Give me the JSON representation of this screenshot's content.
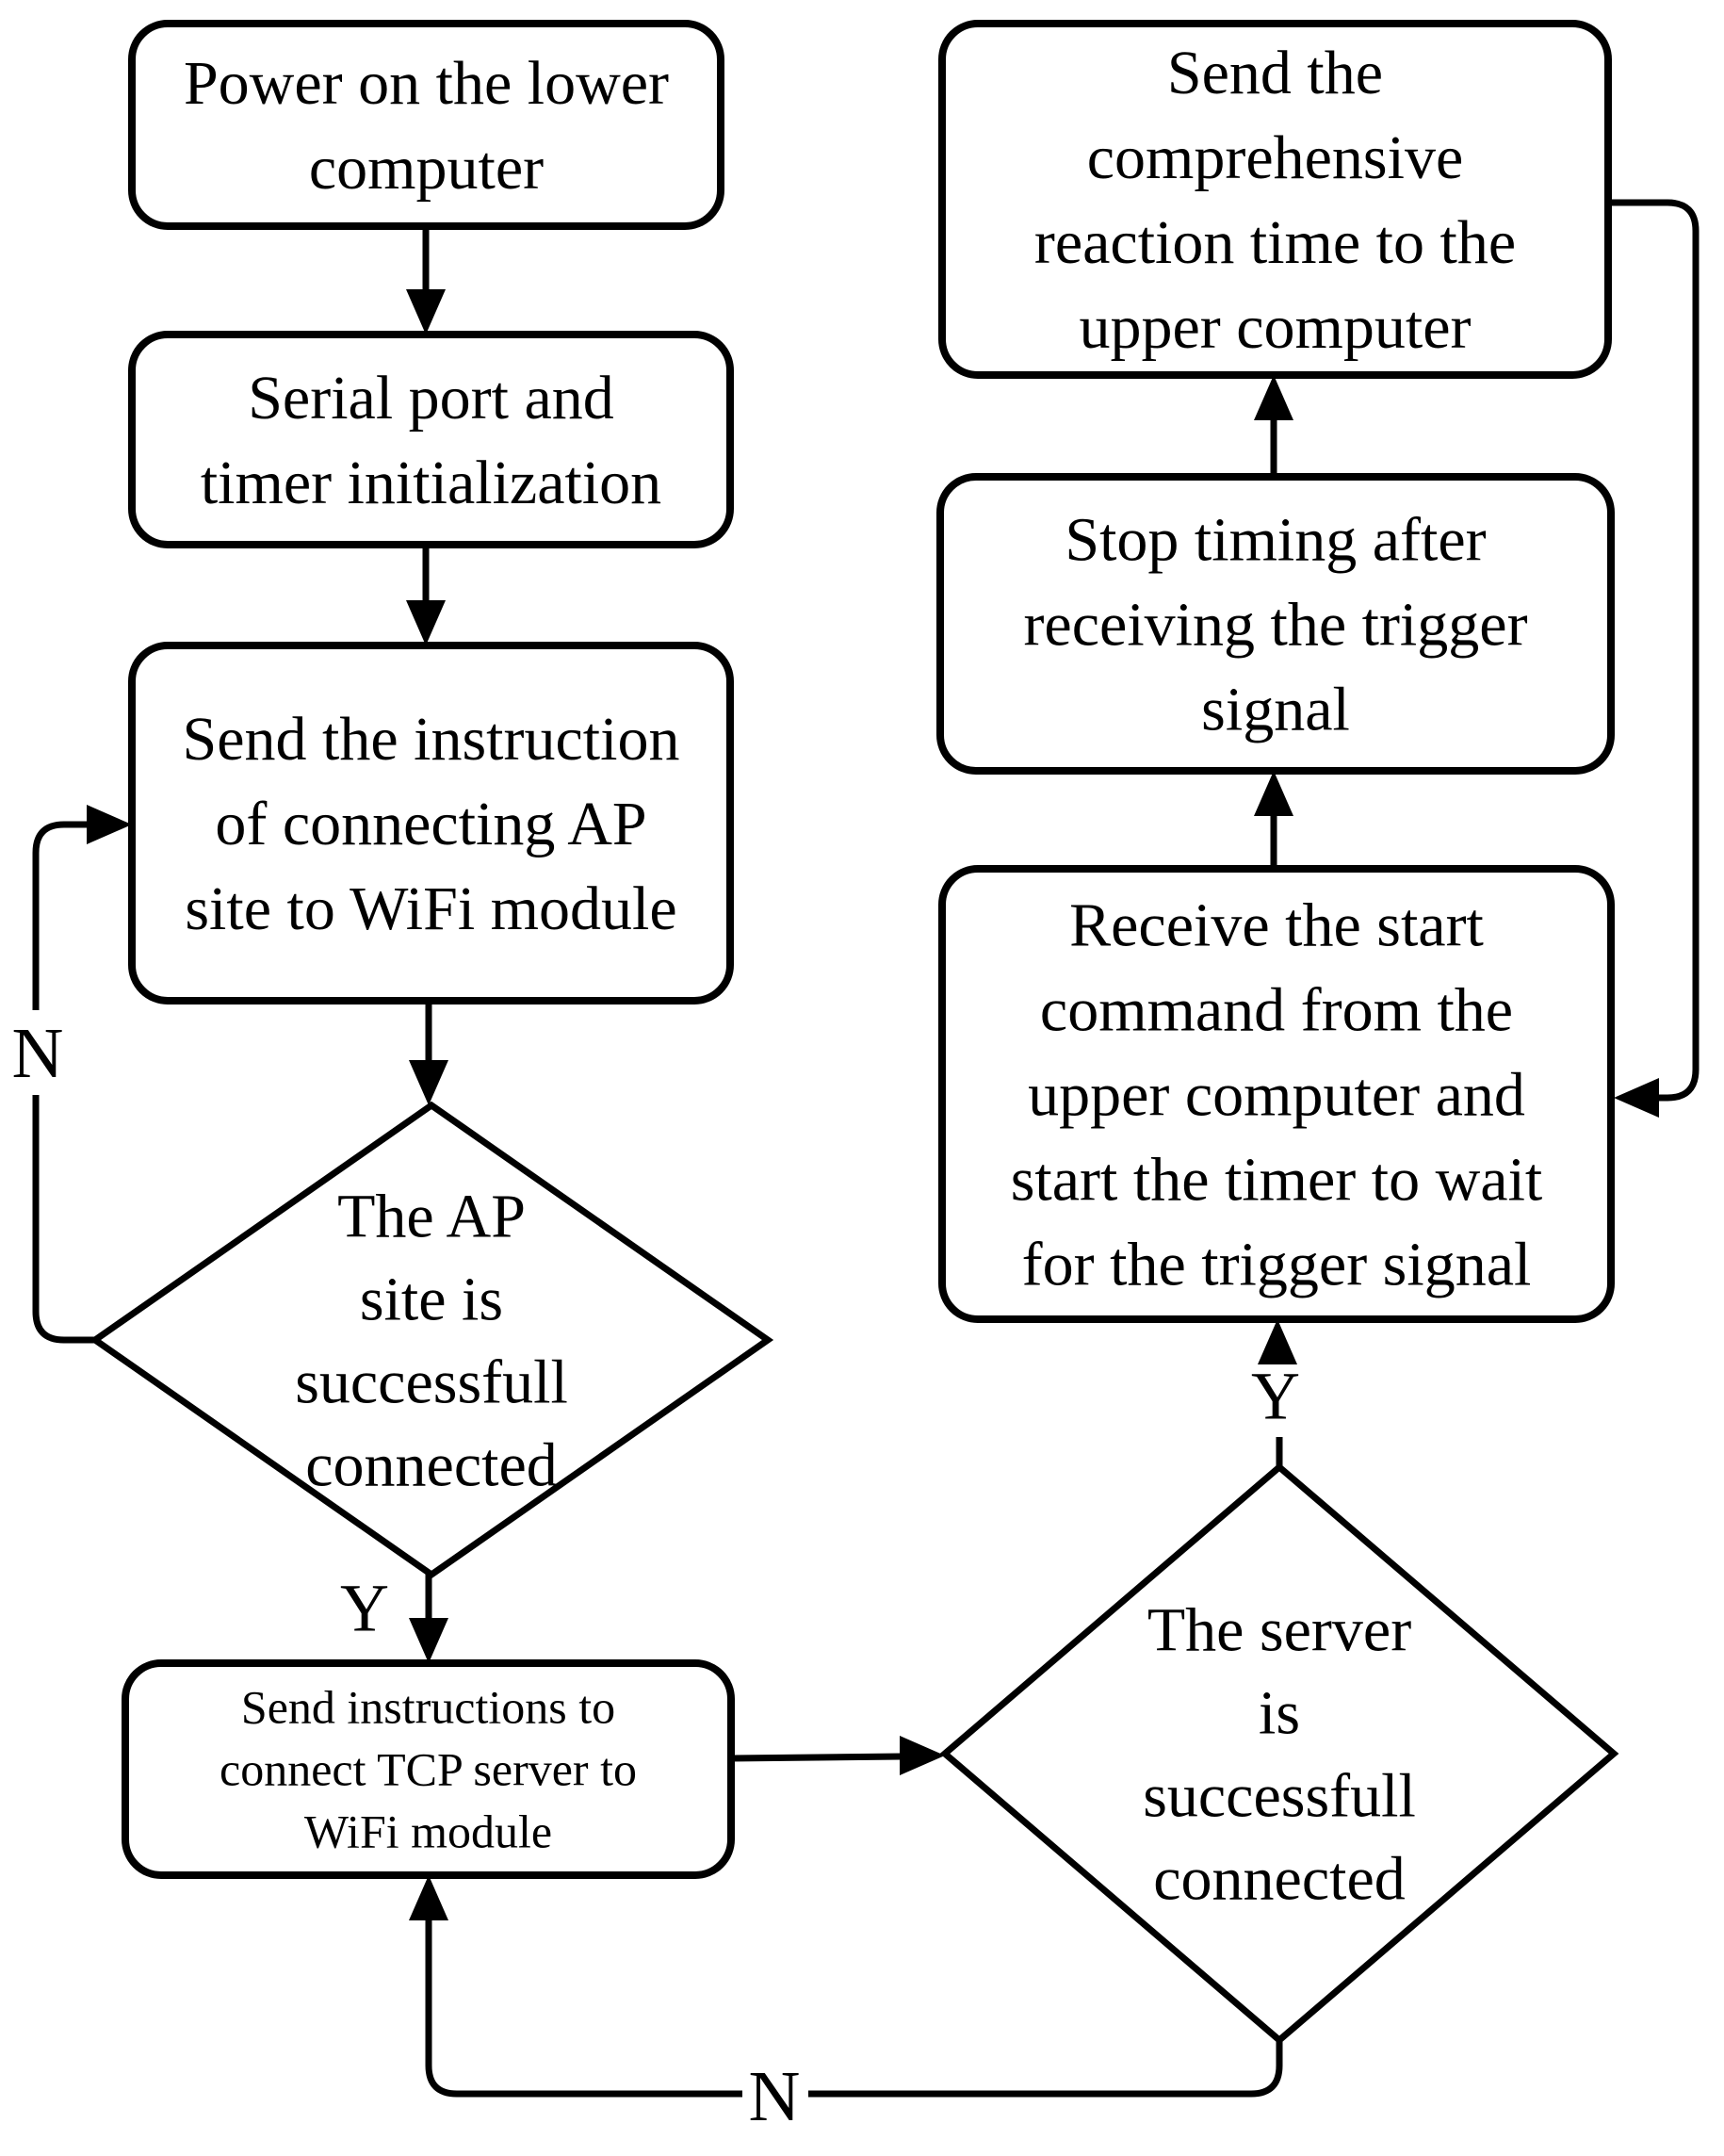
{
  "flowchart": {
    "colors": {
      "stroke": "#000000",
      "background": "#ffffff",
      "text": "#000000"
    },
    "nodes": {
      "power_on": {
        "label": "Power on the lower computer",
        "lines": [
          "Power on the lower",
          "computer"
        ]
      },
      "serial_init": {
        "label": "Serial port and timer initialization",
        "lines": [
          "Serial port and",
          "timer initialization"
        ]
      },
      "send_ap": {
        "label": "Send the instruction of connecting AP site to WiFi module",
        "lines": [
          "Send the instruction",
          "of connecting AP",
          "site to WiFi module"
        ]
      },
      "ap_connected": {
        "label": "The AP site is successfull connected",
        "lines": [
          "The AP",
          "site is",
          "successfull",
          "connected"
        ]
      },
      "send_tcp": {
        "label": "Send instructions to connect TCP server to WiFi module",
        "lines": [
          "Send instructions to",
          "connect TCP server to",
          "WiFi module"
        ]
      },
      "server_connected": {
        "label": "The server is successfull connected",
        "lines": [
          "The server",
          "is",
          "successfull",
          "connected"
        ]
      },
      "receive_start": {
        "label": "Receive the start command from the upper computer and start the timer to wait for the trigger signal",
        "lines": [
          "Receive the start",
          "command from the",
          "upper computer and",
          "start the timer to wait",
          "for the trigger signal"
        ]
      },
      "stop_timing": {
        "label": "Stop timing after receiving the trigger signal",
        "lines": [
          "Stop timing after",
          "receiving the trigger",
          "signal"
        ]
      },
      "send_reaction": {
        "label": "Send the comprehensive reaction time to the upper computer",
        "lines": [
          "Send the",
          "comprehensive",
          "reaction time to the",
          "upper computer"
        ]
      }
    },
    "edge_labels": {
      "ap_no": "N",
      "ap_yes": "Y",
      "server_yes": "Y",
      "server_no": "N"
    }
  }
}
